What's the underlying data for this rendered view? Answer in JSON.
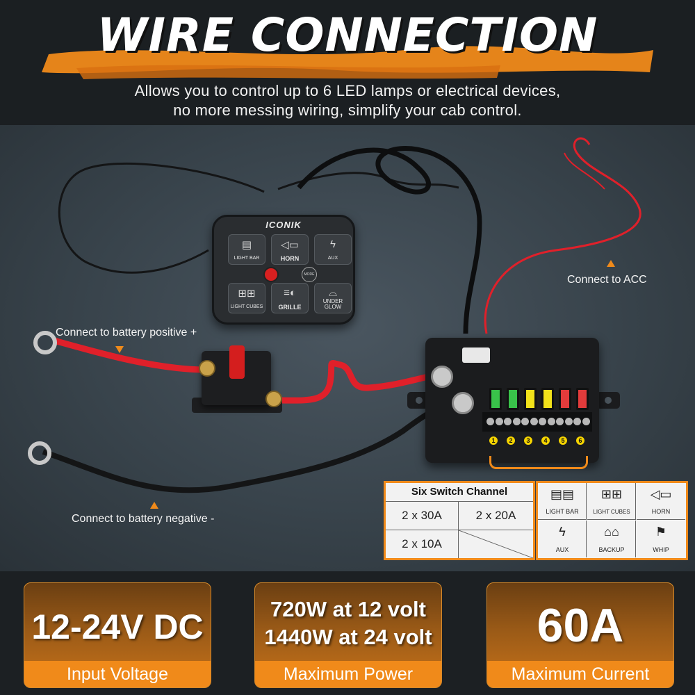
{
  "header": {
    "title": "WIRE CONNECTION",
    "subtitle_line1": "Allows you to control up to 6 LED lamps or electrical devices,",
    "subtitle_line2": "no more messing wiring, simplify your cab control."
  },
  "callouts": {
    "acc": "Connect to ACC",
    "battery_positive": "Connect to battery positive +",
    "battery_negative": "Connect to battery negative -"
  },
  "control_panel": {
    "brand": "ICONIK",
    "buttons": [
      {
        "label": "LIGHT BAR",
        "icon": "light-bar-icon"
      },
      {
        "label": "HORN",
        "icon": "horn-icon"
      },
      {
        "label": "AUX",
        "icon": "lightning-icon"
      },
      {
        "label": "LIGHT CUBES",
        "icon": "light-cubes-icon"
      },
      {
        "label": "GRILLE",
        "icon": "grille-light-icon"
      },
      {
        "label": "UNDER GLOW",
        "icon": "under-glow-icon"
      }
    ],
    "mode_label": "MODE"
  },
  "control_box": {
    "channels": [
      "1",
      "2",
      "3",
      "4",
      "5",
      "6"
    ],
    "fuse_colors": [
      "#39c24a",
      "#39c24a",
      "#f2e21a",
      "#f2e21a",
      "#e23b3b",
      "#e23b3b"
    ]
  },
  "switch_table": {
    "title": "Six Switch Channel",
    "cells": [
      "2 x 30A",
      "2 x 20A",
      "2 x 10A"
    ]
  },
  "icon_table": [
    {
      "label": "LIGHT BAR",
      "icon": "light-bar-icon"
    },
    {
      "label": "LIGHT CUBES",
      "icon": "light-cubes-icon"
    },
    {
      "label": "HORN",
      "icon": "horn-icon"
    },
    {
      "label": "AUX",
      "icon": "lightning-icon"
    },
    {
      "label": "BACKUP",
      "icon": "backup-light-icon"
    },
    {
      "label": "WHIP",
      "icon": "whip-flag-icon"
    }
  ],
  "specs": [
    {
      "value": "12-24V DC",
      "label": "Input Voltage"
    },
    {
      "value_line1": "720W at 12 volt",
      "value_line2": "1440W at 24 volt",
      "label": "Maximum Power"
    },
    {
      "value": "60A",
      "label": "Maximum Current"
    }
  ],
  "colors": {
    "accent": "#f08a1a",
    "wire_red": "#e0202a",
    "wire_black": "#141516"
  }
}
